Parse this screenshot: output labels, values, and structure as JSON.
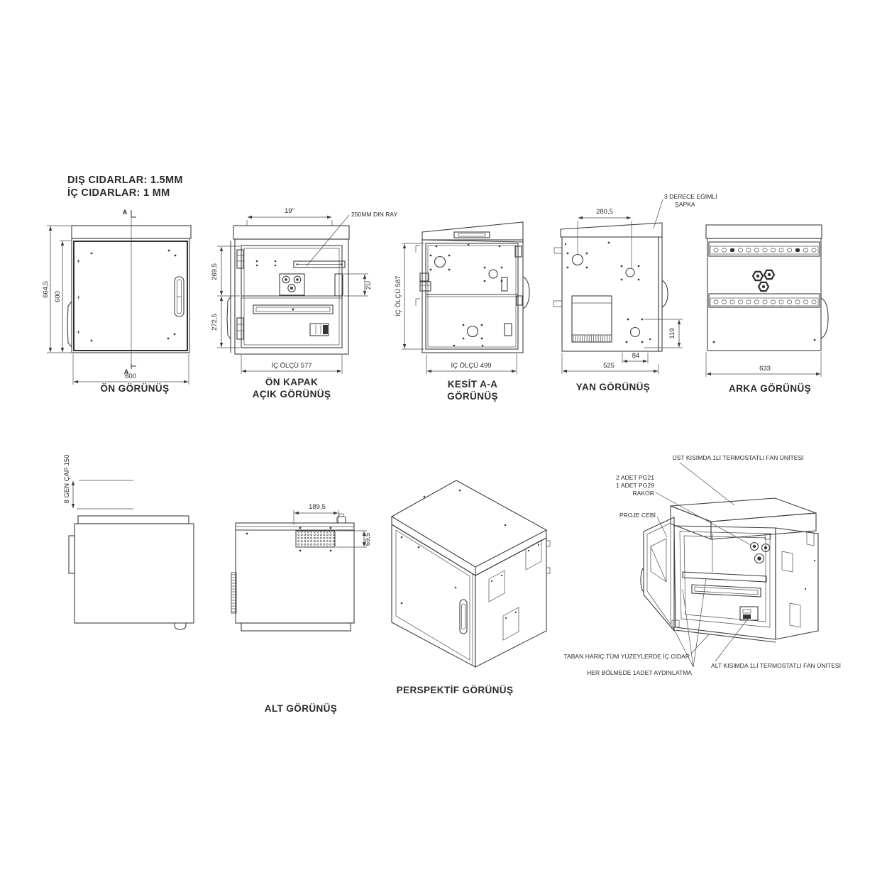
{
  "header": {
    "line1": "DIŞ CIDARLAR: 1.5MM",
    "line2": "İÇ  CIDARLAR: 1 MM"
  },
  "views": {
    "front": {
      "title": "ÖN GÖRÜNÜŞ",
      "dim_outer_height": "664,5",
      "dim_door_height": "600",
      "dim_width": "600",
      "section_top": "A",
      "section_bottom": "A"
    },
    "front_open": {
      "title1": "ÖN KAPAK",
      "title2": "AÇIK GÖRÜNÜŞ",
      "dim_rack": "19\"",
      "callout_din": "250MM DIN RAY",
      "dim_upper": "269,5",
      "dim_lower": "272,5",
      "dim_2u": "2U",
      "dim_inner_width": "İÇ ÖLÇÜ 577"
    },
    "section_aa": {
      "title1": "KESİT A-A",
      "title2": "GÖRÜNÜŞ",
      "dim_inner_height": "İÇ ÖLÇÜ 587",
      "dim_inner_width": "İÇ ÖLÇÜ 499"
    },
    "side": {
      "title": "YAN GÖRÜNÜŞ",
      "dim_top": "280,5",
      "dim_right": "119",
      "dim_offset": "84",
      "dim_depth": "525",
      "callout1": "3 DERECE EĞİMLİ",
      "callout2": "ŞAPKA"
    },
    "back": {
      "title": "ARKA GÖRÜNÜŞ",
      "dim_width": "633"
    },
    "left_side": {
      "dim_rotated": "8 GEN ÇAP 150"
    },
    "bottom": {
      "title": "ALT GÖRÜNÜŞ",
      "dim_vent_w": "189,5",
      "dim_vent_h": "69,5"
    },
    "perspective": {
      "title": "PERSPEKTİF GÖRÜNÜŞ"
    },
    "annotated": {
      "fan_top": "ÜST KISIMDA 1Lİ TERMOSTATLI FAN ÜNİTESİ",
      "gland1": "2 ADET PG21",
      "gland2": "1 ADET PG29",
      "gland3": "RAKOR",
      "pocket": "PROJE CEBİ",
      "inner_wall": "TABAN HARİÇ TÜM YÜZEYLERDE İÇ CİDAR",
      "lighting": "HER BÖLMEDE 1ADET AYDINLATMA",
      "fan_bottom": "ALT KISIMDA 1Lİ TERMOSTATLI FAN ÜNİTESİ"
    }
  }
}
